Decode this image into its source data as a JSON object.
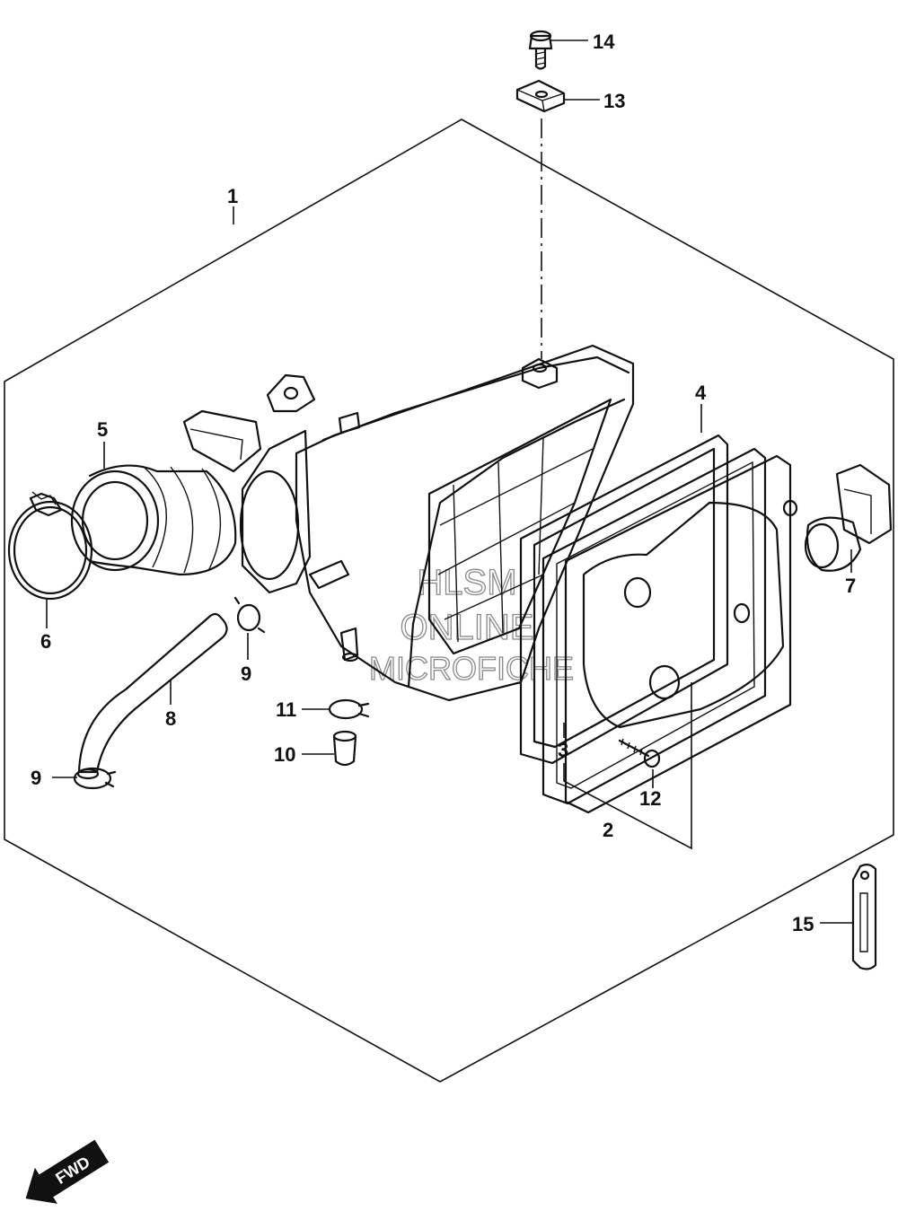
{
  "callouts": {
    "c1": "1",
    "c2": "2",
    "c3": "3",
    "c4": "4",
    "c5": "5",
    "c6": "6",
    "c7": "7",
    "c8": "8",
    "c9a": "9",
    "c9b": "9",
    "c10": "10",
    "c11": "11",
    "c12": "12",
    "c13": "13",
    "c14": "14",
    "c15": "15"
  },
  "watermark": {
    "line1": "HLSM",
    "line2": "ONLINE",
    "line3": "MICROFICHE"
  },
  "fwd": {
    "label": "FWD"
  },
  "colors": {
    "ink": "#111111",
    "watermark": "#8a8a8a",
    "background": "#ffffff"
  }
}
